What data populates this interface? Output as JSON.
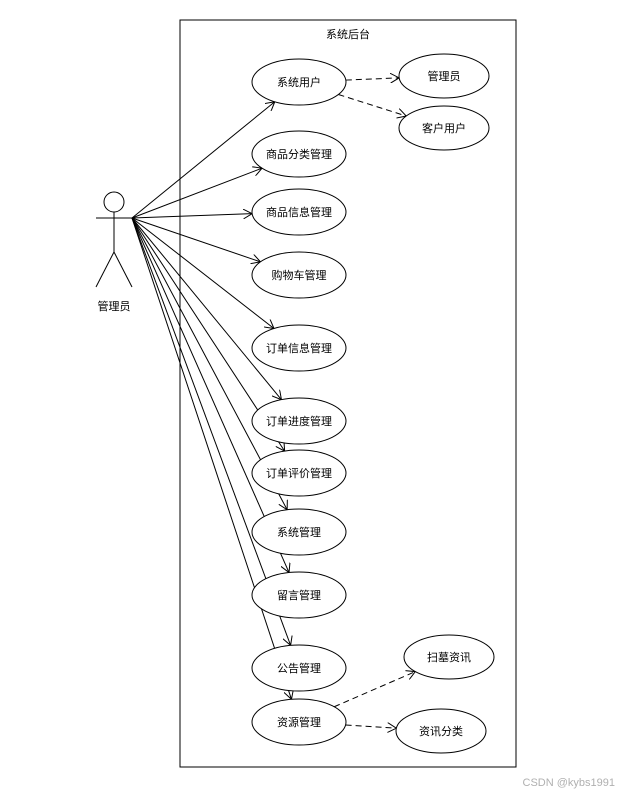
{
  "system_boundary": {
    "title": "系统后台"
  },
  "actor": {
    "label": "管理员"
  },
  "use_cases": [
    {
      "id": "system-users",
      "label": "系统用户"
    },
    {
      "id": "category-mgmt",
      "label": "商品分类管理"
    },
    {
      "id": "product-info-mgmt",
      "label": "商品信息管理"
    },
    {
      "id": "cart-mgmt",
      "label": "购物车管理"
    },
    {
      "id": "order-info-mgmt",
      "label": "订单信息管理"
    },
    {
      "id": "order-progress-mgmt",
      "label": "订单进度管理"
    },
    {
      "id": "order-review-mgmt",
      "label": "订单评价管理"
    },
    {
      "id": "system-mgmt",
      "label": "系统管理"
    },
    {
      "id": "message-mgmt",
      "label": "留言管理"
    },
    {
      "id": "notice-mgmt",
      "label": "公告管理"
    },
    {
      "id": "resource-mgmt",
      "label": "资源管理"
    }
  ],
  "extensions": [
    {
      "id": "admin",
      "label": "管理员",
      "parent": "system-users"
    },
    {
      "id": "customer-user",
      "label": "客户用户",
      "parent": "system-users"
    },
    {
      "id": "news",
      "label": "扫墓资讯",
      "parent": "resource-mgmt"
    },
    {
      "id": "news-category",
      "label": "资讯分类",
      "parent": "resource-mgmt"
    }
  ],
  "watermark": "CSDN @kybs1991"
}
